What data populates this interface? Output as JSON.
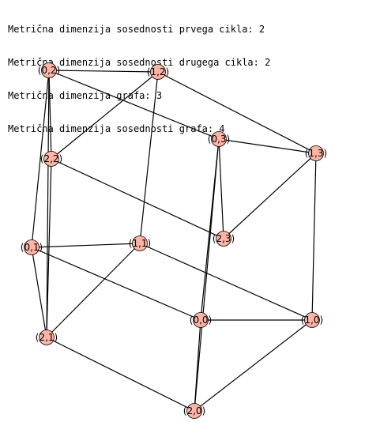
{
  "output": {
    "lines": [
      "Metrična dimenzija sosednosti prvega cikla: 2",
      "Metrična dimenzija sosednosti drugega cikla: 2",
      "Metrična dimenzija grafa: 3",
      "Metrična dimenzija sosednosti grafa: 4"
    ]
  },
  "graph": {
    "vertex_fill": "#ffb4a4",
    "vertex_stroke": "#000000",
    "edge_color": "#000000",
    "vertices": [
      {
        "id": "0,2",
        "label": "(0,2)"
      },
      {
        "id": "1,2",
        "label": "(1,2)"
      },
      {
        "id": "0,3",
        "label": "(0,3)"
      },
      {
        "id": "1,3",
        "label": "(1,3)"
      },
      {
        "id": "2,2",
        "label": "(2,2)"
      },
      {
        "id": "2,3",
        "label": "(2,3)"
      },
      {
        "id": "0,1",
        "label": "(0,1)"
      },
      {
        "id": "1,1",
        "label": "(1,1)"
      },
      {
        "id": "0,0",
        "label": "(0,0)"
      },
      {
        "id": "1,0",
        "label": "(1,0)"
      },
      {
        "id": "2,1",
        "label": "(2,1)"
      },
      {
        "id": "2,0",
        "label": "(2,0)"
      }
    ],
    "edges": [
      [
        "0,2",
        "1,2"
      ],
      [
        "0,2",
        "2,2"
      ],
      [
        "0,2",
        "0,3"
      ],
      [
        "0,2",
        "0,1"
      ],
      [
        "0,2",
        "2,1"
      ],
      [
        "1,2",
        "2,2"
      ],
      [
        "1,2",
        "1,3"
      ],
      [
        "1,2",
        "1,1"
      ],
      [
        "0,3",
        "1,3"
      ],
      [
        "0,3",
        "2,3"
      ],
      [
        "0,3",
        "0,0"
      ],
      [
        "0,3",
        "2,0"
      ],
      [
        "1,3",
        "2,3"
      ],
      [
        "1,3",
        "1,0"
      ],
      [
        "2,2",
        "2,3"
      ],
      [
        "2,2",
        "2,1"
      ],
      [
        "0,1",
        "1,1"
      ],
      [
        "0,1",
        "0,0"
      ],
      [
        "0,1",
        "2,1"
      ],
      [
        "1,1",
        "1,0"
      ],
      [
        "1,1",
        "2,1"
      ],
      [
        "0,0",
        "1,0"
      ],
      [
        "0,0",
        "2,0"
      ],
      [
        "1,0",
        "2,0"
      ],
      [
        "2,1",
        "2,0"
      ]
    ]
  }
}
